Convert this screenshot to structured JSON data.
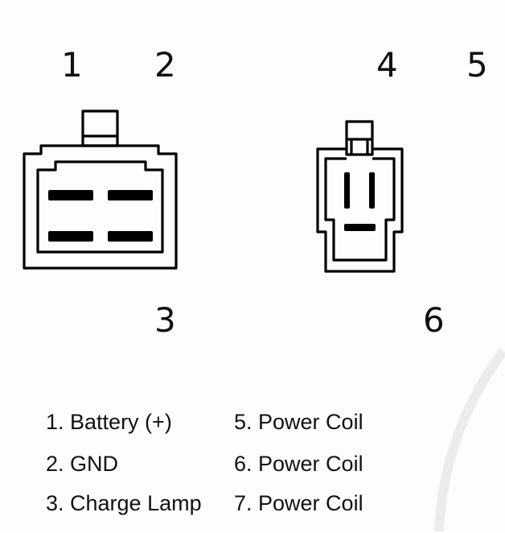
{
  "pin_numbers": {
    "p1": "1",
    "p2": "2",
    "p3": "3",
    "p4": "4",
    "p5": "5",
    "p6": "6"
  },
  "legend": {
    "left": [
      "1. Battery (+)",
      "2. GND",
      "3. Charge Lamp"
    ],
    "right": [
      "5. Power Coil",
      "6. Power Coil",
      "7. Power Coil"
    ]
  },
  "colors": {
    "line": "#000000",
    "background": "#fdfdfd",
    "watermark": "#ececec"
  }
}
